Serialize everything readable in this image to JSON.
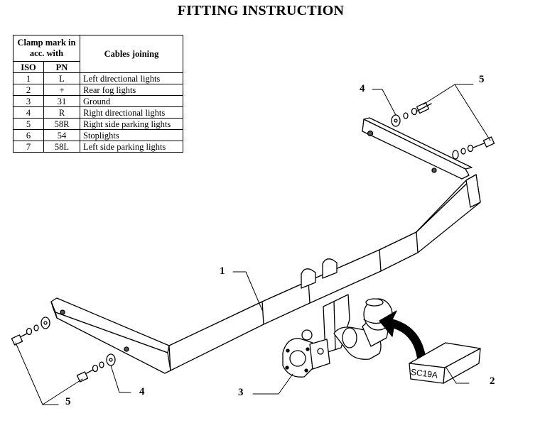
{
  "title": "FITTING INSTRUCTION",
  "table": {
    "header_clamp": "Clamp mark in acc. with",
    "header_cables": "Cables joining",
    "header_iso": "ISO",
    "header_pn": "PN",
    "rows": [
      {
        "iso": "1",
        "pn": "L",
        "cable": "Left directional lights"
      },
      {
        "iso": "2",
        "pn": "+",
        "cable": "Rear fog lights"
      },
      {
        "iso": "3",
        "pn": "31",
        "cable": "Ground"
      },
      {
        "iso": "4",
        "pn": "R",
        "cable": "Right directional lights"
      },
      {
        "iso": "5",
        "pn": "58R",
        "cable": "Right side parking lights"
      },
      {
        "iso": "6",
        "pn": "54",
        "cable": "Stoplights"
      },
      {
        "iso": "7",
        "pn": "58L",
        "cable": "Left side parking lights"
      }
    ]
  },
  "callouts": {
    "crossbar": "1",
    "socket_box": "2",
    "socket_plate": "3",
    "washer_upper": "4",
    "washer_lower": "4",
    "bolts_upper": "5",
    "bolts_lower": "5"
  },
  "box_label": "SC19A"
}
